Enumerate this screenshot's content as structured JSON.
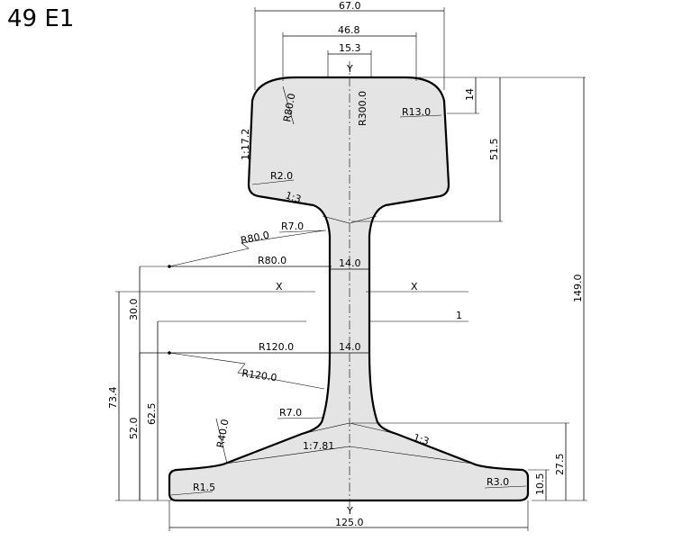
{
  "title": "49 E1",
  "labels": {
    "head_width": "67.0",
    "head_inner_width": "46.8",
    "crown_width": "15.3",
    "axis_y_top": "Y",
    "axis_y_bottom": "Y",
    "axis_x_left": "X",
    "axis_x_right": "X",
    "r80_head": "R80.0",
    "r300": "R300.0",
    "r13": "R13.0",
    "head_depth": "14",
    "head_to_web": "51.5",
    "taper_head_side": "1:17.2",
    "r2": "R2.0",
    "head_slope": "1:3",
    "r7_top": "R7.0",
    "r80_web_a": "R80.0",
    "r80_web_b": "R80.0",
    "web_width_top": "14.0",
    "total_height": "149.0",
    "dim_30": "30.0",
    "dim_73_4": "73.4",
    "neutral_mark": "1",
    "r120_a": "R120.0",
    "r120_b": "R120.0",
    "web_width_low": "14.0",
    "dim_62_5": "62.5",
    "dim_52": "52.0",
    "r7_bottom": "R7.0",
    "r40": "R40.0",
    "foot_taper": "1:7.81",
    "foot_slope": "1:3",
    "dim_27_5": "27.5",
    "r3": "R3.0",
    "dim_10_5": "10.5",
    "r1_5": "R1.5",
    "foot_width": "125.0"
  }
}
